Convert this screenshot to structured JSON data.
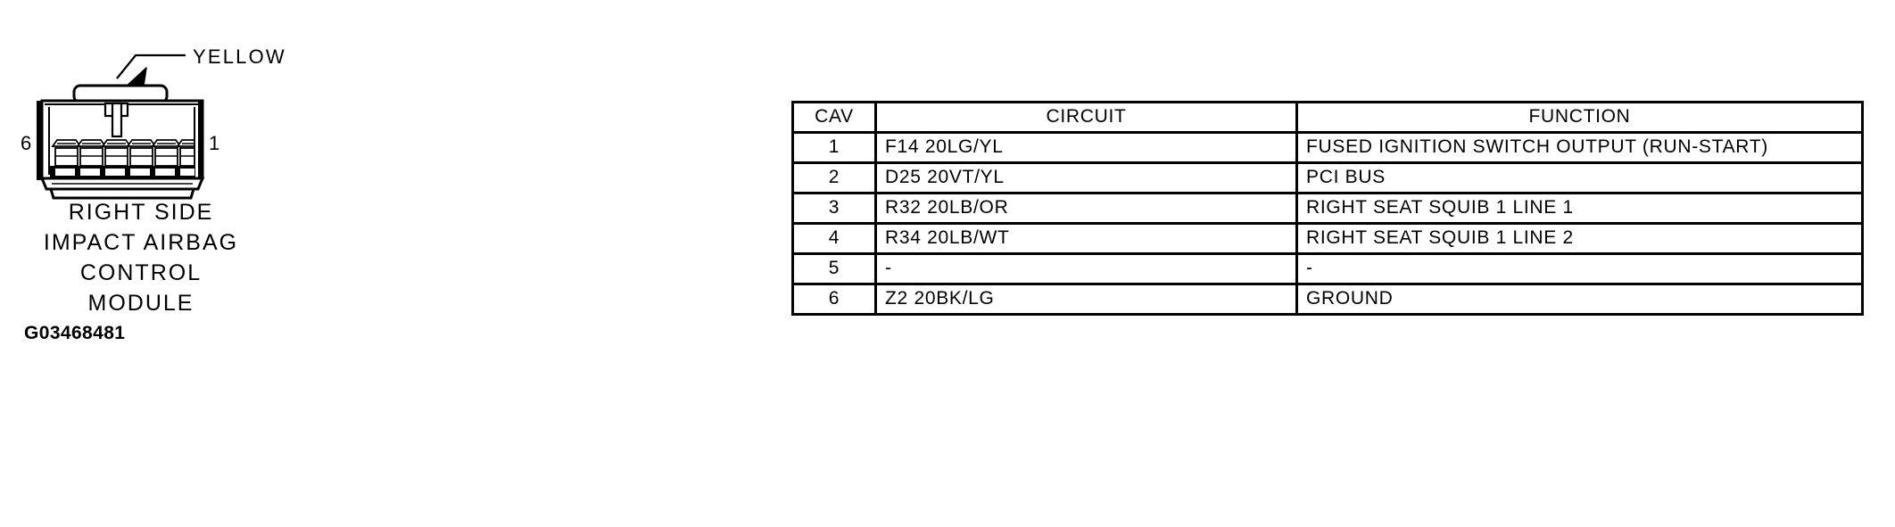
{
  "figure": {
    "wire_color_label": "YELLOW",
    "pin_left": "6",
    "pin_right": "1",
    "caption": {
      "line1": "RIGHT SIDE",
      "line2": "IMPACT AIRBAG",
      "line3": "CONTROL",
      "line4": "MODULE"
    },
    "figure_id": "G03468481",
    "cavity_count": 6
  },
  "table": {
    "headers": {
      "cav": "CAV",
      "circuit": "CIRCUIT",
      "function": "FUNCTION"
    },
    "rows": [
      {
        "cav": "1",
        "circuit": "F14 20LG/YL",
        "function": "FUSED IGNITION SWITCH OUTPUT (RUN-START)"
      },
      {
        "cav": "2",
        "circuit": "D25 20VT/YL",
        "function": "PCI BUS"
      },
      {
        "cav": "3",
        "circuit": "R32 20LB/OR",
        "function": "RIGHT SEAT SQUIB 1 LINE 1"
      },
      {
        "cav": "4",
        "circuit": "R34 20LB/WT",
        "function": "RIGHT SEAT SQUIB 1 LINE 2"
      },
      {
        "cav": "5",
        "circuit": "-",
        "function": "-"
      },
      {
        "cav": "6",
        "circuit": "Z2 20BK/LG",
        "function": "GROUND"
      }
    ]
  },
  "colors": {
    "ink": "#000000",
    "paper": "#ffffff"
  }
}
